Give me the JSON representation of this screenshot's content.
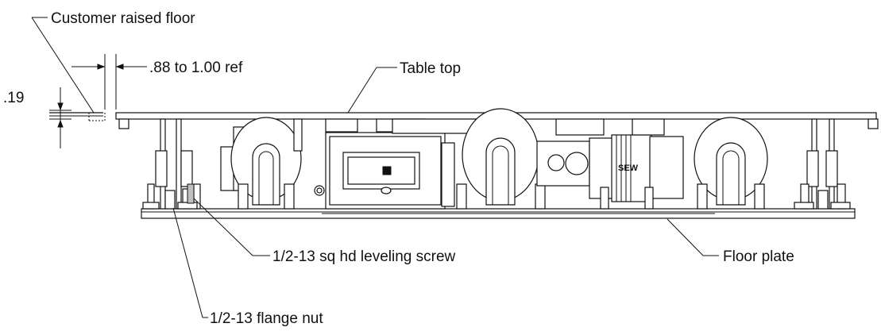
{
  "labels": {
    "customer_raised_floor": "Customer raised floor",
    "gap_ref": ".88  to 1.00 ref",
    "thickness": ".19",
    "table_top": "Table top",
    "leveling_screw": "1/2-13 sq hd leveling screw",
    "floor_plate": "Floor plate",
    "flange_nut": "1/2-13 flange nut",
    "motor_brand": "SEW"
  },
  "colors": {
    "line": "#111111",
    "background": "#ffffff",
    "shade": "#bfbfbf"
  }
}
